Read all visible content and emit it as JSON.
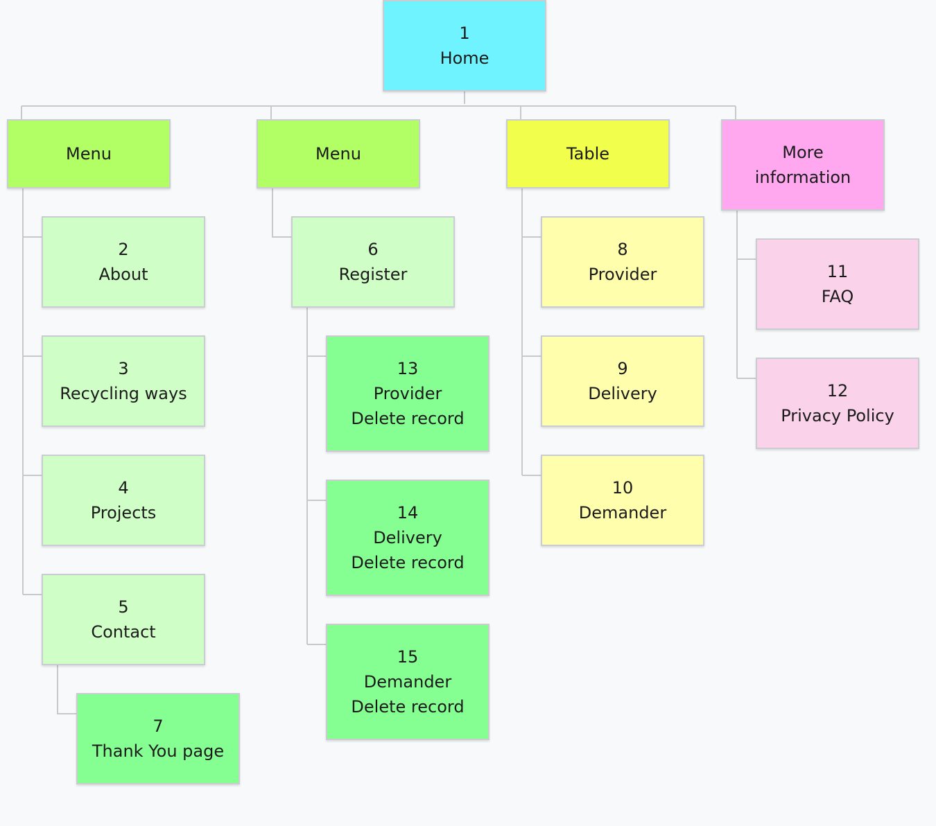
{
  "sitemap": {
    "home": {
      "lines": [
        "1",
        "Home"
      ],
      "color": "#6ff4ff"
    },
    "branches": [
      {
        "label": [
          "Menu"
        ],
        "color": "#b1ff64",
        "children": [
          {
            "lines": [
              "2",
              "About"
            ],
            "color": "#cfffc6"
          },
          {
            "lines": [
              "3",
              "Recycling ways"
            ],
            "color": "#cfffc6"
          },
          {
            "lines": [
              "4",
              "Projects"
            ],
            "color": "#cfffc6"
          },
          {
            "lines": [
              "5",
              "Contact"
            ],
            "color": "#cfffc6",
            "children": [
              {
                "lines": [
                  "7",
                  "Thank You page"
                ],
                "color": "#86ff92"
              }
            ]
          }
        ]
      },
      {
        "label": [
          "Menu"
        ],
        "color": "#b1ff64",
        "children": [
          {
            "lines": [
              "6",
              "Register"
            ],
            "color": "#cfffc6",
            "children": [
              {
                "lines": [
                  "13",
                  "Provider",
                  "Delete record"
                ],
                "color": "#86ff92"
              },
              {
                "lines": [
                  "14",
                  "Delivery",
                  "Delete record"
                ],
                "color": "#86ff92"
              },
              {
                "lines": [
                  "15",
                  "Demander",
                  "Delete record"
                ],
                "color": "#86ff92"
              }
            ]
          }
        ]
      },
      {
        "label": [
          "Table"
        ],
        "color": "#f1fe4c",
        "children": [
          {
            "lines": [
              "8",
              "Provider"
            ],
            "color": "#fffead"
          },
          {
            "lines": [
              "9",
              "Delivery"
            ],
            "color": "#fffead"
          },
          {
            "lines": [
              "10",
              "Demander"
            ],
            "color": "#fffead"
          }
        ]
      },
      {
        "label": [
          "More",
          "information"
        ],
        "color": "#ffa8f0",
        "children": [
          {
            "lines": [
              "11",
              "FAQ"
            ],
            "color": "#fad2ea"
          },
          {
            "lines": [
              "12",
              "Privacy Policy"
            ],
            "color": "#fad2ea"
          }
        ]
      }
    ]
  }
}
